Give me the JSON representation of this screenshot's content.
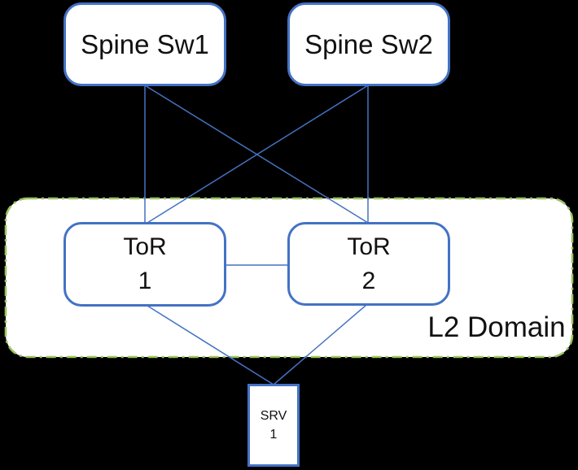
{
  "colors": {
    "canvas_background": "#000000",
    "node_fill": "#ffffff",
    "node_border": "#4472C4",
    "connector": "#4472C4",
    "domain_fill": "#ffffff",
    "domain_border": "#9CC45F",
    "text": "#111111"
  },
  "nodes": {
    "spine1": {
      "lines": [
        "Spine Sw1"
      ]
    },
    "spine2": {
      "lines": [
        "Spine Sw2"
      ]
    },
    "tor1": {
      "lines": [
        "ToR",
        "1"
      ]
    },
    "tor2": {
      "lines": [
        "ToR",
        "2"
      ]
    },
    "srv1": {
      "lines": [
        "SRV",
        "1"
      ]
    }
  },
  "domain": {
    "label": "L2 Domain"
  },
  "edges": [
    {
      "from": "spine-sw1",
      "to": "tor-1",
      "points": [
        178,
        105,
        178,
        274
      ]
    },
    {
      "from": "spine-sw1",
      "to": "tor-2",
      "points": [
        178,
        105,
        452,
        274
      ]
    },
    {
      "from": "spine-sw2",
      "to": "tor-2",
      "points": [
        452,
        105,
        452,
        274
      ]
    },
    {
      "from": "spine-sw2",
      "to": "tor-1",
      "points": [
        452,
        105,
        181,
        274
      ]
    },
    {
      "from": "tor-1",
      "to": "tor-2",
      "points": [
        277,
        326,
        354,
        326
      ]
    },
    {
      "from": "tor-1",
      "to": "srv-1",
      "points": [
        181,
        376,
        336,
        473
      ]
    },
    {
      "from": "tor-2",
      "to": "srv-1",
      "points": [
        450,
        375,
        336,
        473
      ]
    }
  ]
}
